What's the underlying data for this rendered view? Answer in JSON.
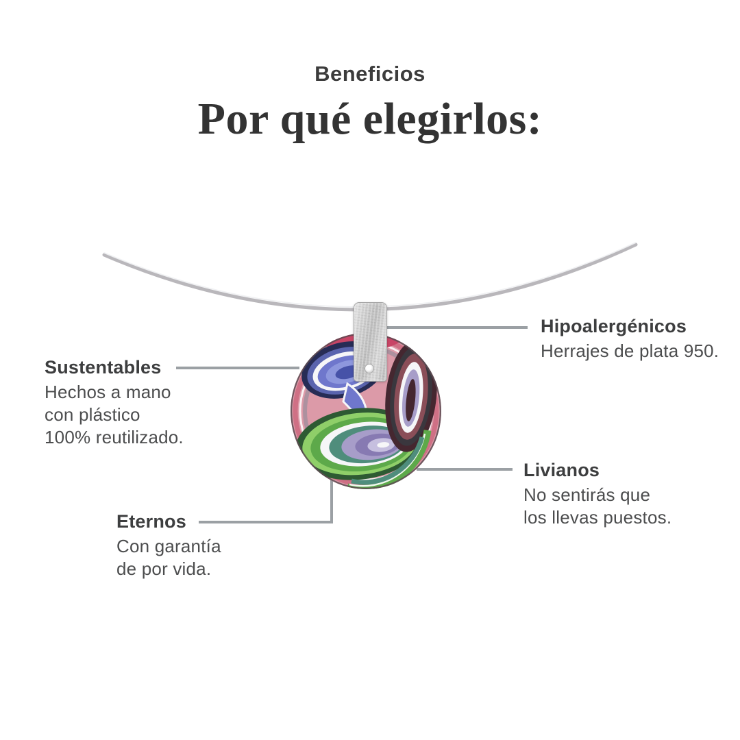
{
  "header": {
    "eyebrow": "Beneficios",
    "title": "Por qué elegirlos:"
  },
  "callouts": {
    "sustentables": {
      "heading": "Sustentables",
      "lines": [
        "Hechos a mano",
        "con plástico",
        "100% reutilizado."
      ]
    },
    "hipoalergenicos": {
      "heading": "Hipoalergénicos",
      "lines": [
        "Herrajes de plata 950."
      ]
    },
    "eternos": {
      "heading": "Eternos",
      "lines": [
        "Con garantía",
        "de por vida."
      ]
    },
    "livianos": {
      "heading": "Livianos",
      "lines": [
        "No sentirás que",
        "los llevas puestos."
      ]
    }
  },
  "colors": {
    "background": "#ffffff",
    "eyebrow": "#3c3c3c",
    "title": "#333333",
    "heading": "#3d3e3f",
    "body": "#4c4d4e",
    "connector": "#9ba0a4",
    "wire": "#b9b7bb",
    "wire_highlight": "#eef0f2",
    "clasp_light": "#e3e3e3",
    "clasp_dark": "#bdbdbd",
    "pendant": {
      "rose": "#dc9aa8",
      "rose_deep": "#cf7085",
      "crimson": "#c84566",
      "slate": "#7e8795",
      "blue_dark": "#272c55",
      "slate_blue": "#5a64ae",
      "periwinkle": "#6f77cc",
      "blue_light": "#8d97dd",
      "blue": "#4652a8",
      "green_dark": "#2e5a33",
      "green_light": "#8fcf69",
      "green": "#5da94a",
      "teal": "#4f8d7c",
      "lavender": "#a79dc9",
      "purple_core": "#877ab2",
      "lavender_light": "#c6bfdf",
      "maroon_dark": "#452730",
      "charcoal": "#3a373e",
      "maroon": "#8a4e58",
      "rim": "#5c4b52"
    }
  }
}
